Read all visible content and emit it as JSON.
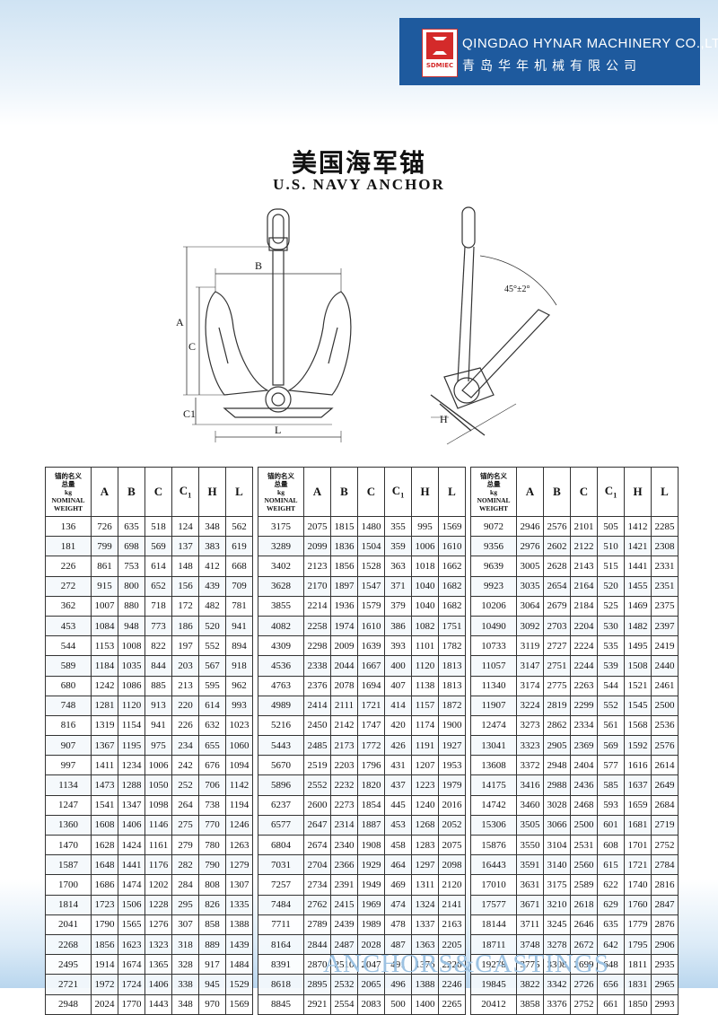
{
  "header": {
    "logo_text": "SDMIEC",
    "company_en": "QINGDAO HYNAR MACHINERY CO.,LTD",
    "company_cn": "青岛华年机械有限公司"
  },
  "title": {
    "cn": "美国海军锚",
    "en": "U.S. NAVY ANCHOR"
  },
  "drawing": {
    "labels": {
      "A": "A",
      "B": "B",
      "C": "C",
      "C1": "C1",
      "L": "L",
      "H": "H",
      "angle": "45°±2°"
    }
  },
  "table": {
    "header": {
      "weight_lines": [
        "锚的名义",
        "总量",
        "kg",
        "NOMINAL",
        "WEIGHT"
      ],
      "cols": [
        "A",
        "B",
        "C",
        "C",
        "H",
        "L"
      ],
      "c1_sub": "1"
    },
    "blocks": [
      [
        [
          136,
          726,
          635,
          518,
          124,
          348,
          562
        ],
        [
          181,
          799,
          698,
          569,
          137,
          383,
          619
        ],
        [
          226,
          861,
          753,
          614,
          148,
          412,
          668
        ],
        [
          272,
          915,
          800,
          652,
          156,
          439,
          709
        ],
        [
          362,
          1007,
          880,
          718,
          172,
          482,
          781
        ],
        [
          453,
          1084,
          948,
          773,
          186,
          520,
          941
        ],
        [
          544,
          1153,
          1008,
          822,
          197,
          552,
          894
        ],
        [
          589,
          1184,
          1035,
          844,
          203,
          567,
          918
        ],
        [
          680,
          1242,
          1086,
          885,
          213,
          595,
          962
        ],
        [
          748,
          1281,
          1120,
          913,
          220,
          614,
          993
        ],
        [
          816,
          1319,
          1154,
          941,
          226,
          632,
          1023
        ],
        [
          907,
          1367,
          1195,
          975,
          234,
          655,
          1060
        ],
        [
          997,
          1411,
          1234,
          1006,
          242,
          676,
          1094
        ],
        [
          1134,
          1473,
          1288,
          1050,
          252,
          706,
          1142
        ],
        [
          1247,
          1541,
          1347,
          1098,
          264,
          738,
          1194
        ],
        [
          1360,
          1608,
          1406,
          1146,
          275,
          770,
          1246
        ],
        [
          1470,
          1628,
          1424,
          1161,
          279,
          780,
          1263
        ],
        [
          1587,
          1648,
          1441,
          1176,
          282,
          790,
          1279
        ],
        [
          1700,
          1686,
          1474,
          1202,
          284,
          808,
          1307
        ],
        [
          1814,
          1723,
          1506,
          1228,
          295,
          826,
          1335
        ],
        [
          2041,
          1790,
          1565,
          1276,
          307,
          858,
          1388
        ],
        [
          2268,
          1856,
          1623,
          1323,
          318,
          889,
          1439
        ],
        [
          2495,
          1914,
          1674,
          1365,
          328,
          917,
          1484
        ],
        [
          2721,
          1972,
          1724,
          1406,
          338,
          945,
          1529
        ],
        [
          2948,
          2024,
          1770,
          1443,
          348,
          970,
          1569
        ]
      ],
      [
        [
          3175,
          2075,
          1815,
          1480,
          355,
          995,
          1569
        ],
        [
          3289,
          2099,
          1836,
          1504,
          359,
          1006,
          1610
        ],
        [
          3402,
          2123,
          1856,
          1528,
          363,
          1018,
          1662
        ],
        [
          3628,
          2170,
          1897,
          1547,
          371,
          1040,
          1682
        ],
        [
          3855,
          2214,
          1936,
          1579,
          379,
          1040,
          1682
        ],
        [
          4082,
          2258,
          1974,
          1610,
          386,
          1082,
          1751
        ],
        [
          4309,
          2298,
          2009,
          1639,
          393,
          1101,
          1782
        ],
        [
          4536,
          2338,
          2044,
          1667,
          400,
          1120,
          1813
        ],
        [
          4763,
          2376,
          2078,
          1694,
          407,
          1138,
          1813
        ],
        [
          4989,
          2414,
          2111,
          1721,
          414,
          1157,
          1872
        ],
        [
          5216,
          2450,
          2142,
          1747,
          420,
          1174,
          1900
        ],
        [
          5443,
          2485,
          2173,
          1772,
          426,
          1191,
          1927
        ],
        [
          5670,
          2519,
          2203,
          1796,
          431,
          1207,
          1953
        ],
        [
          5896,
          2552,
          2232,
          1820,
          437,
          1223,
          1979
        ],
        [
          6237,
          2600,
          2273,
          1854,
          445,
          1240,
          2016
        ],
        [
          6577,
          2647,
          2314,
          1887,
          453,
          1268,
          2052
        ],
        [
          6804,
          2674,
          2340,
          1908,
          458,
          1283,
          2075
        ],
        [
          7031,
          2704,
          2366,
          1929,
          464,
          1297,
          2098
        ],
        [
          7257,
          2734,
          2391,
          1949,
          469,
          1311,
          2120
        ],
        [
          7484,
          2762,
          2415,
          1969,
          474,
          1324,
          2141
        ],
        [
          7711,
          2789,
          2439,
          1989,
          478,
          1337,
          2163
        ],
        [
          8164,
          2844,
          2487,
          2028,
          487,
          1363,
          2205
        ],
        [
          8391,
          2870,
          2510,
          2047,
          491,
          1376,
          2226
        ],
        [
          8618,
          2895,
          2532,
          2065,
          496,
          1388,
          2246
        ],
        [
          8845,
          2921,
          2554,
          2083,
          500,
          1400,
          2265
        ]
      ],
      [
        [
          9072,
          2946,
          2576,
          2101,
          505,
          1412,
          2285
        ],
        [
          9356,
          2976,
          2602,
          2122,
          510,
          1421,
          2308
        ],
        [
          9639,
          3005,
          2628,
          2143,
          515,
          1441,
          2331
        ],
        [
          9923,
          3035,
          2654,
          2164,
          520,
          1455,
          2351
        ],
        [
          10206,
          3064,
          2679,
          2184,
          525,
          1469,
          2375
        ],
        [
          10490,
          3092,
          2703,
          2204,
          530,
          1482,
          2397
        ],
        [
          10733,
          3119,
          2727,
          2224,
          535,
          1495,
          2419
        ],
        [
          11057,
          3147,
          2751,
          2244,
          539,
          1508,
          2440
        ],
        [
          11340,
          3174,
          2775,
          2263,
          544,
          1521,
          2461
        ],
        [
          11907,
          3224,
          2819,
          2299,
          552,
          1545,
          2500
        ],
        [
          12474,
          3273,
          2862,
          2334,
          561,
          1568,
          2536
        ],
        [
          13041,
          3323,
          2905,
          2369,
          569,
          1592,
          2576
        ],
        [
          13608,
          3372,
          2948,
          2404,
          577,
          1616,
          2614
        ],
        [
          14175,
          3416,
          2988,
          2436,
          585,
          1637,
          2649
        ],
        [
          14742,
          3460,
          3028,
          2468,
          593,
          1659,
          2684
        ],
        [
          15306,
          3505,
          3066,
          2500,
          601,
          1681,
          2719
        ],
        [
          15876,
          3550,
          3104,
          2531,
          608,
          1701,
          2752
        ],
        [
          16443,
          3591,
          3140,
          2560,
          615,
          1721,
          2784
        ],
        [
          17010,
          3631,
          3175,
          2589,
          622,
          1740,
          2816
        ],
        [
          17577,
          3671,
          3210,
          2618,
          629,
          1760,
          2847
        ],
        [
          18144,
          3711,
          3245,
          2646,
          635,
          1779,
          2876
        ],
        [
          18711,
          3748,
          3278,
          2672,
          642,
          1795,
          2906
        ],
        [
          19278,
          3775,
          3308,
          2699,
          648,
          1811,
          2935
        ],
        [
          19845,
          3822,
          3342,
          2726,
          656,
          1831,
          2965
        ],
        [
          20412,
          3858,
          3376,
          2752,
          661,
          1850,
          2993
        ]
      ]
    ]
  },
  "footer": {
    "text": "ANCHORS&CASTINGS"
  }
}
